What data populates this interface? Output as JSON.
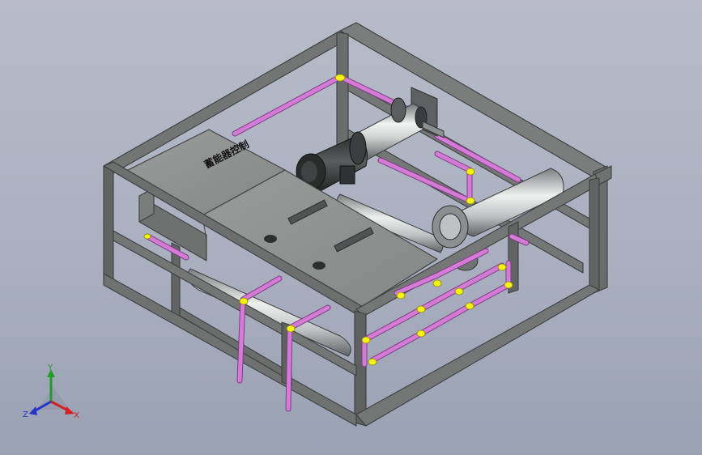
{
  "viewport": {
    "background_top": "#b7bcc8",
    "background_bottom": "#9aa1b4"
  },
  "model": {
    "panel_label": "蓄能器控制",
    "frame_color": "#6e7171",
    "plate_color": "#8e908f",
    "pipe_color": "#d67ad8",
    "joint_color": "#f4f01a"
  },
  "triad": {
    "x_label": "X",
    "y_label": "Y",
    "z_label": "Z",
    "x_color": "#d32121",
    "y_color": "#1f9e25",
    "z_color": "#2535c8"
  }
}
